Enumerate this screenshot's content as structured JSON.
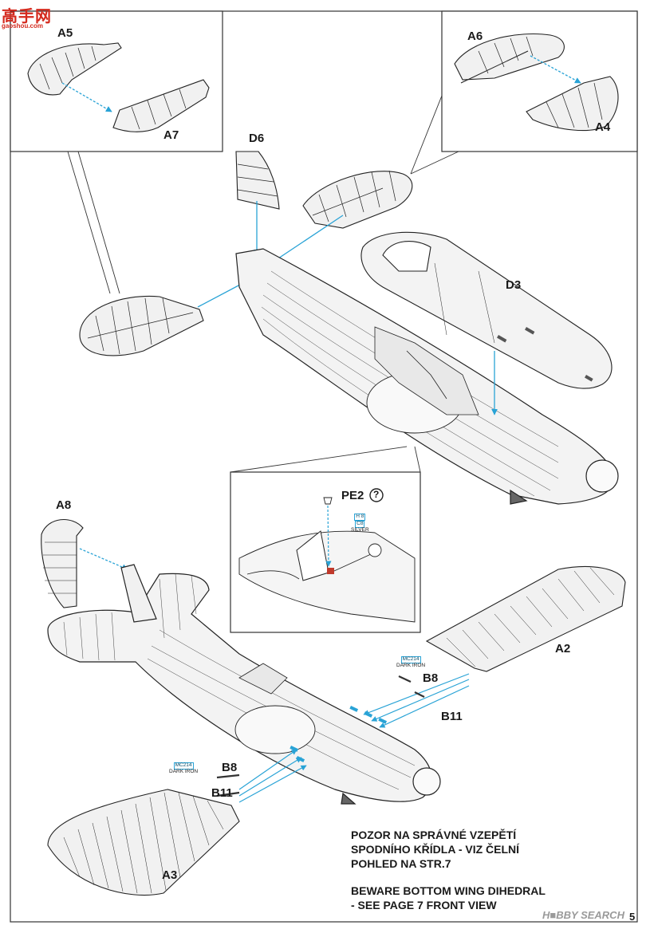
{
  "site_logo": {
    "name": "高手网",
    "url": "gaoshou.com"
  },
  "watermark": "H■BBY SEARCH",
  "page_number": "5",
  "part_labels": {
    "a5": "A5",
    "a7": "A7",
    "a6": "A6",
    "a4": "A4",
    "d6": "D6",
    "d3": "D3",
    "pe2": "PE2",
    "a8": "A8",
    "a2": "A2",
    "a3": "A3",
    "b8_right": "B8",
    "b11_right": "B11",
    "b8_left": "B8",
    "b11_left": "B11"
  },
  "paint_callouts": {
    "pe2_detail": {
      "code_h": "H 8",
      "code_c": "C8",
      "color": "SILVER"
    },
    "right_guns": {
      "code": "MC214",
      "color": "DARK IRON"
    },
    "left_guns": {
      "code": "MC214",
      "color": "DARK IRON"
    }
  },
  "icons": {
    "help": "?"
  },
  "notes": {
    "cz_line1": "POZOR NA SPRÁVNÉ VZEPĚTÍ",
    "cz_line2": "SPODNÍHO KŘÍDLA - VIZ ČELNÍ",
    "cz_line3": "POHLED NA STR.7",
    "en_line1": "BEWARE BOTTOM WING DIHEDRAL",
    "en_line2": "- SEE PAGE 7 FRONT VIEW"
  },
  "colors": {
    "arrow": "#29a3d6",
    "ink": "#1a1a1a",
    "fuselage": "#f3f3f3",
    "highlight": "#c0392b"
  }
}
